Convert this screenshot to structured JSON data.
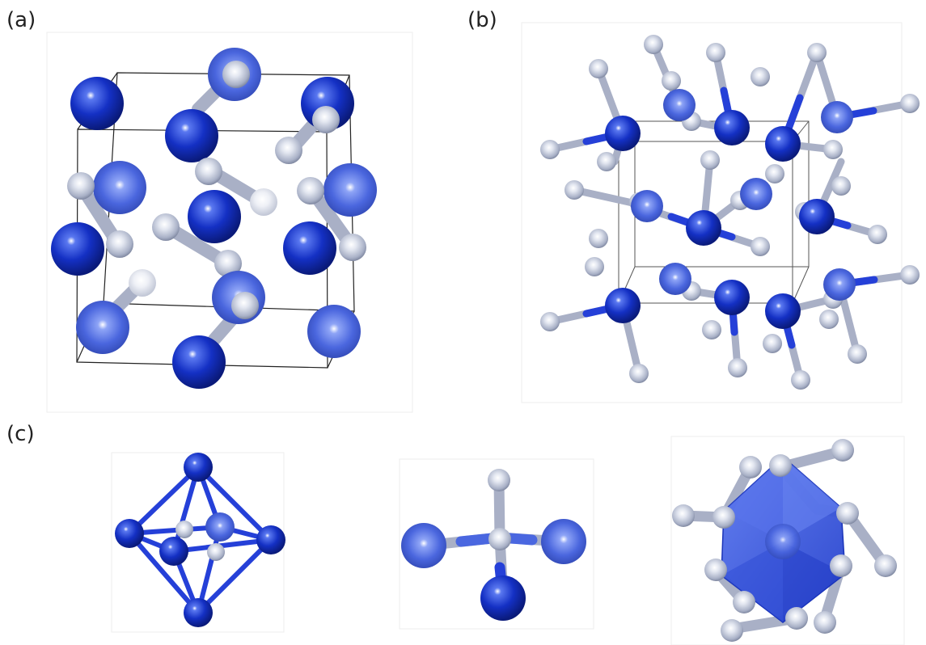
{
  "labels": {
    "a": "(a)",
    "b": "(b)",
    "c": "(c)"
  },
  "colors": {
    "blue_dark": "#1230c8",
    "blue_light": "#4a67e0",
    "grey": "#b8bfd2",
    "bond_grey": "#a9b0c6",
    "bond_blue": "#2540d8",
    "cell_line": "#222222"
  }
}
